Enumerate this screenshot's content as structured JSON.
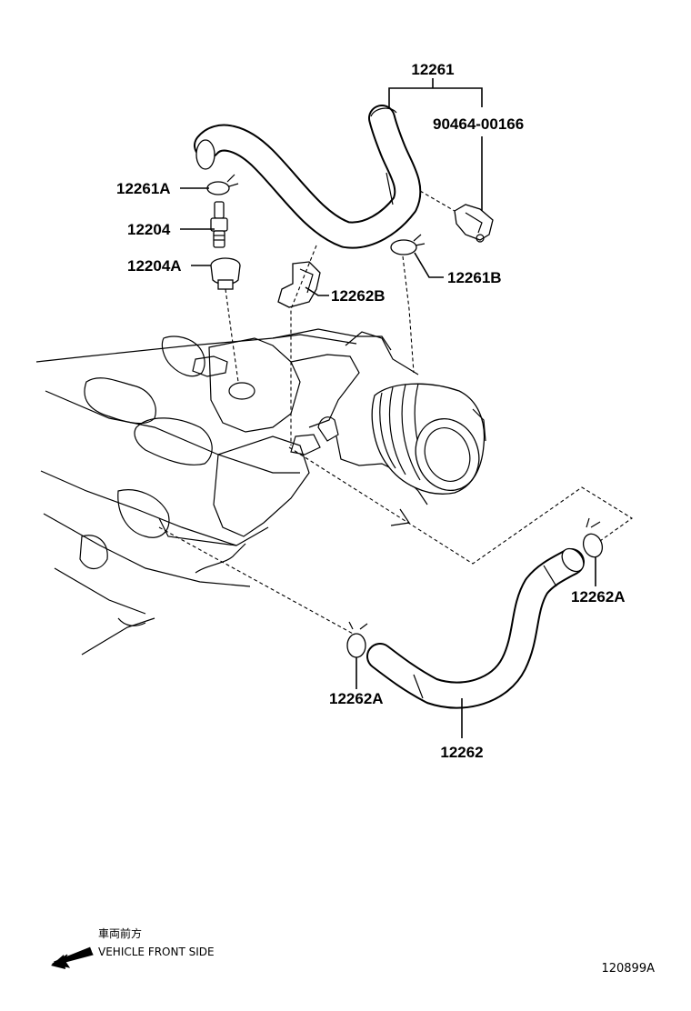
{
  "labels": {
    "p12261": "12261",
    "p90464": "90464-00166",
    "p12261A": "12261A",
    "p12204": "12204",
    "p12204A": "12204A",
    "p12262B": "12262B",
    "p12261B": "12261B",
    "p12262A_right": "12262A",
    "p12262A_left": "12262A",
    "p12262": "12262"
  },
  "footer": {
    "front_jp": "車両前方",
    "front_en": "VEHICLE FRONT SIDE",
    "figure_ref": "120899A"
  }
}
